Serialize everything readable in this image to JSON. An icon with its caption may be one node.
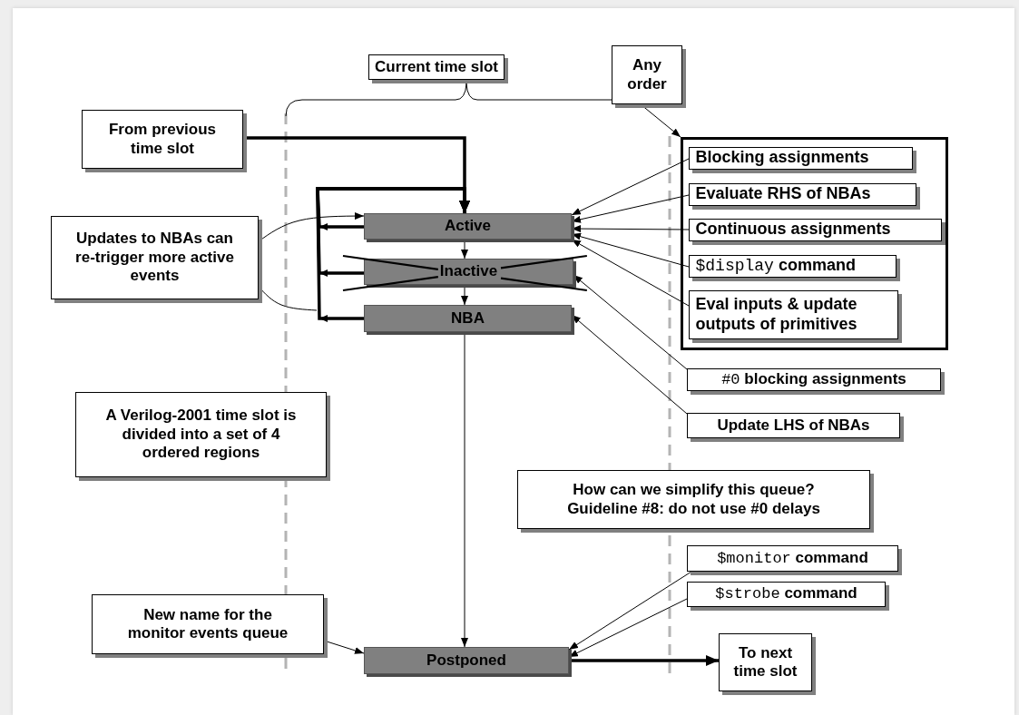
{
  "diagram": {
    "nodes": [
      {
        "text": [
          "Current time slot"
        ]
      },
      {
        "text": [
          "Any order"
        ]
      },
      {
        "text": [
          "From previous time slot"
        ]
      },
      {
        "text": [],
        "shape": "box"
      },
      {
        "text": [
          "Blocking assignments"
        ],
        "in": 3
      },
      {
        "text": [
          "Evaluate RHS of NBAs"
        ],
        "in": 3
      },
      {
        "text": [
          "Continuous assignments"
        ],
        "in": 3
      },
      {
        "text": [
          "$display command"
        ],
        "in": 3
      },
      {
        "text": [
          "Eval inputs & update outputs of primitives"
        ],
        "in": 3
      },
      {
        "text": [
          "Active"
        ]
      },
      {
        "text": [
          "Inactive"
        ]
      },
      {
        "text": [
          "NBA"
        ]
      },
      {
        "text": [
          "Postponed"
        ]
      },
      {
        "text": [
          "Updates to NBAs can re-trigger more active events"
        ]
      },
      {
        "text": [
          "#0 blocking assignments"
        ]
      },
      {
        "text": [
          "Update LHS of NBAs"
        ]
      },
      {
        "text": [
          "A Verilog-2001 time slot is divided into a set of 4 ordered regions"
        ]
      },
      {
        "text": [
          "How can we simplify this queue? Guideline #8: do not use #0 delays"
        ]
      },
      {
        "text": [
          "$monitor command"
        ]
      },
      {
        "text": [
          "$strobe command"
        ]
      },
      {
        "text": [
          "New name for the monitor events queue"
        ]
      },
      {
        "text": [
          "To next time slot"
        ]
      }
    ],
    "edges": [
      {
        "from": 2,
        "to": 9,
        "arrow": "to",
        "style": "thick"
      },
      {
        "from": 9,
        "to": 10,
        "arrow": "to"
      },
      {
        "from": 10,
        "to": 11,
        "arrow": "to"
      },
      {
        "from": 11,
        "to": 12,
        "arrow": "to"
      },
      {
        "from": 9,
        "to": 9,
        "arrow": "to",
        "style": "thick"
      },
      {
        "from": 10,
        "to": 9,
        "arrow": "to",
        "style": "thick"
      },
      {
        "from": 11,
        "to": 9,
        "arrow": "to",
        "style": "thick"
      },
      {
        "from": 13,
        "to": 9,
        "arrow": "to"
      },
      {
        "from": 13,
        "to": null,
        "arrow": "none"
      },
      {
        "from": 4,
        "to": 9,
        "arrow": "to"
      },
      {
        "from": 5,
        "to": 9,
        "arrow": "to"
      },
      {
        "from": 6,
        "to": 9,
        "arrow": "to"
      },
      {
        "from": 7,
        "to": 9,
        "arrow": "to"
      },
      {
        "from": 8,
        "to": 9,
        "arrow": "to"
      },
      {
        "from": 14,
        "to": 10,
        "arrow": "to"
      },
      {
        "from": 15,
        "to": 11,
        "arrow": "to"
      },
      {
        "from": 18,
        "to": 12,
        "arrow": "to"
      },
      {
        "from": 19,
        "to": 12,
        "arrow": "to"
      },
      {
        "from": 20,
        "to": 12,
        "arrow": "to"
      },
      {
        "from": 12,
        "to": 21,
        "arrow": "to",
        "style": "thick"
      },
      {
        "from": 1,
        "to": 3,
        "arrow": "to"
      }
    ]
  }
}
